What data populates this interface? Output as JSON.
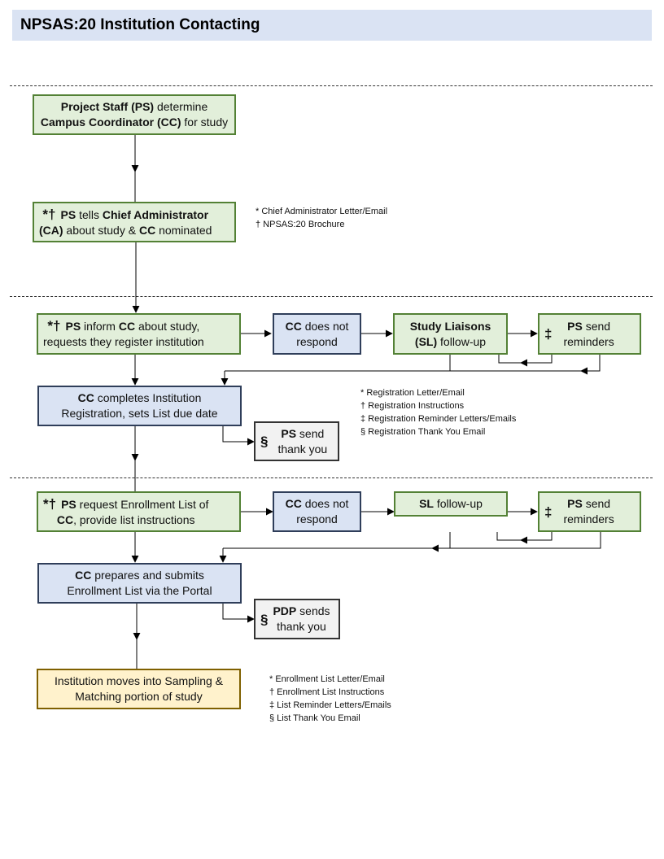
{
  "title": "NPSAS:20 Institution Contacting",
  "boxes": {
    "b1": {
      "l1": [
        "Project Staff (PS)",
        " determine"
      ],
      "l2": [
        "Campus Coordinator (CC)",
        " for study"
      ]
    },
    "b2": {
      "mark": "*†",
      "l1": [
        "PS",
        " tells ",
        "Chief Administrator"
      ],
      "l2": [
        "(CA)",
        " about study & ",
        "CC",
        " nominated"
      ]
    },
    "b3": {
      "mark": "*†",
      "l1": [
        "PS",
        " inform ",
        "CC",
        " about study,"
      ],
      "l2": "requests they register institution"
    },
    "b4": {
      "l1": [
        "CC",
        " does not"
      ],
      "l2": "respond"
    },
    "b5": {
      "l1": "Study Liaisons",
      "l2": [
        "(SL)",
        " follow-up"
      ]
    },
    "b6": {
      "mark": "‡",
      "l1": [
        "PS",
        " send"
      ],
      "l2": "reminders"
    },
    "b7": {
      "l1": [
        "CC",
        " completes Institution"
      ],
      "l2": "Registration, sets List due date"
    },
    "b8": {
      "mark": "§",
      "l1": [
        "PS",
        " send"
      ],
      "l2": "thank you"
    },
    "b9": {
      "mark": "*†",
      "l1": [
        "PS",
        " request  Enrollment  List of"
      ],
      "l2": [
        "CC",
        ", provide list instructions"
      ]
    },
    "b10": {
      "l1": [
        "CC",
        " does not"
      ],
      "l2": "respond"
    },
    "b11": {
      "l1": [
        "SL",
        " follow-up"
      ]
    },
    "b12": {
      "mark": "‡",
      "l1": [
        "PS",
        " send"
      ],
      "l2": "reminders"
    },
    "b13": {
      "l1": [
        "CC",
        " prepares and submits"
      ],
      "l2": "Enrollment List via the Portal"
    },
    "b14": {
      "mark": "§",
      "l1": [
        "PDP",
        " sends"
      ],
      "l2": "thank you"
    },
    "b15": {
      "l1": "Institution moves into Sampling &",
      "l2": "Matching portion of study"
    }
  },
  "notes": {
    "n1": [
      "* Chief Administrator Letter/Email",
      "† NPSAS:20 Brochure"
    ],
    "n2": [
      "* Registration Letter/Email",
      "† Registration Instructions",
      "‡ Registration Reminder Letters/Emails",
      "§ Registration Thank You Email"
    ],
    "n3": [
      "* Enrollment List Letter/Email",
      "† Enrollment List Instructions",
      "‡ List Reminder Letters/Emails",
      "§ List Thank You Email"
    ]
  }
}
